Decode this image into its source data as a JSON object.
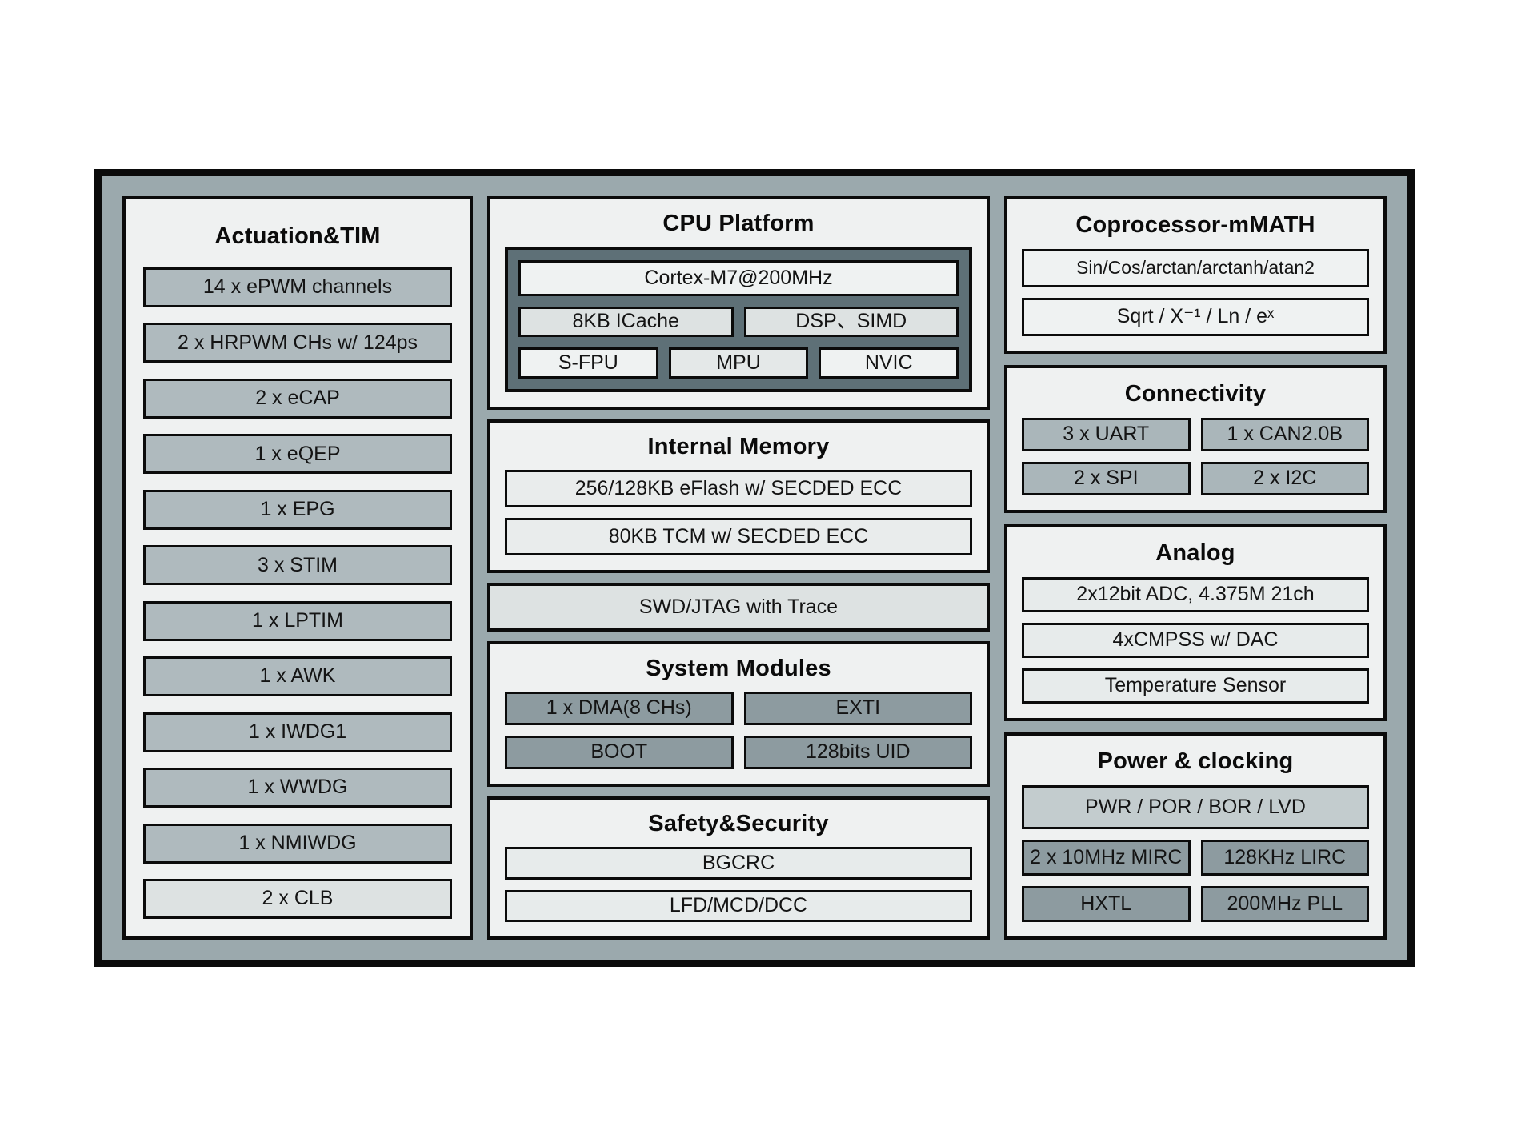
{
  "left": {
    "title": "Actuation&TIM",
    "items": [
      "14 x ePWM channels",
      "2 x HRPWM CHs w/ 124ps",
      "2 x eCAP",
      "1 x eQEP",
      "1 x EPG",
      "3 x STIM",
      "1 x LPTIM",
      "1 x AWK",
      "1 x IWDG1",
      "1 x WWDG",
      "1 x NMIWDG",
      "2 x CLB"
    ]
  },
  "middle": {
    "cpu": {
      "title": "CPU Platform",
      "core": "Cortex-M7@200MHz",
      "cache": "8KB ICache",
      "dsp": "DSP、SIMD",
      "fpu": "S-FPU",
      "mpu": "MPU",
      "nvic": "NVIC"
    },
    "memory": {
      "title": "Internal Memory",
      "items": [
        "256/128KB eFlash w/ SECDED ECC",
        "80KB TCM w/ SECDED ECC"
      ]
    },
    "swd": "SWD/JTAG with Trace",
    "system": {
      "title": "System Modules",
      "cells": [
        "1 x DMA(8 CHs)",
        "EXTI",
        "BOOT",
        "128bits UID"
      ]
    },
    "safety": {
      "title": "Safety&Security",
      "items": [
        "BGCRC",
        "LFD/MCD/DCC"
      ]
    }
  },
  "right": {
    "coprocessor": {
      "title": "Coprocessor-mMATH",
      "items": [
        "Sin/Cos/arctan/arctanh/atan2",
        "Sqrt / X⁻¹ / Ln / eˣ"
      ]
    },
    "connectivity": {
      "title": "Connectivity",
      "cells": [
        "3 x UART",
        "1 x CAN2.0B",
        "2 x SPI",
        "2 x I2C"
      ]
    },
    "analog": {
      "title": "Analog",
      "items": [
        "2x12bit ADC, 4.375M 21ch",
        "4xCMPSS w/ DAC",
        "Temperature Sensor"
      ]
    },
    "power": {
      "title": "Power & clocking",
      "wide": "PWR / POR / BOR / LVD",
      "cells": [
        "2 x 10MHz MIRC",
        "128KHz LIRC",
        "HXTL",
        "200MHz PLL"
      ]
    }
  },
  "colors": {
    "frame_fill": "#9BA9AD",
    "frame_border": "#0B0B0B",
    "panel_bg": "#EFF1F1",
    "cell_mid_gray": "#AFBABE",
    "cell_dark_gray": "#8D9BA0",
    "cell_light_gray": "#E7EBEB",
    "cpu_container": "#5E7077",
    "pwr_cell": "#C3CCCE",
    "text": "#141414"
  }
}
